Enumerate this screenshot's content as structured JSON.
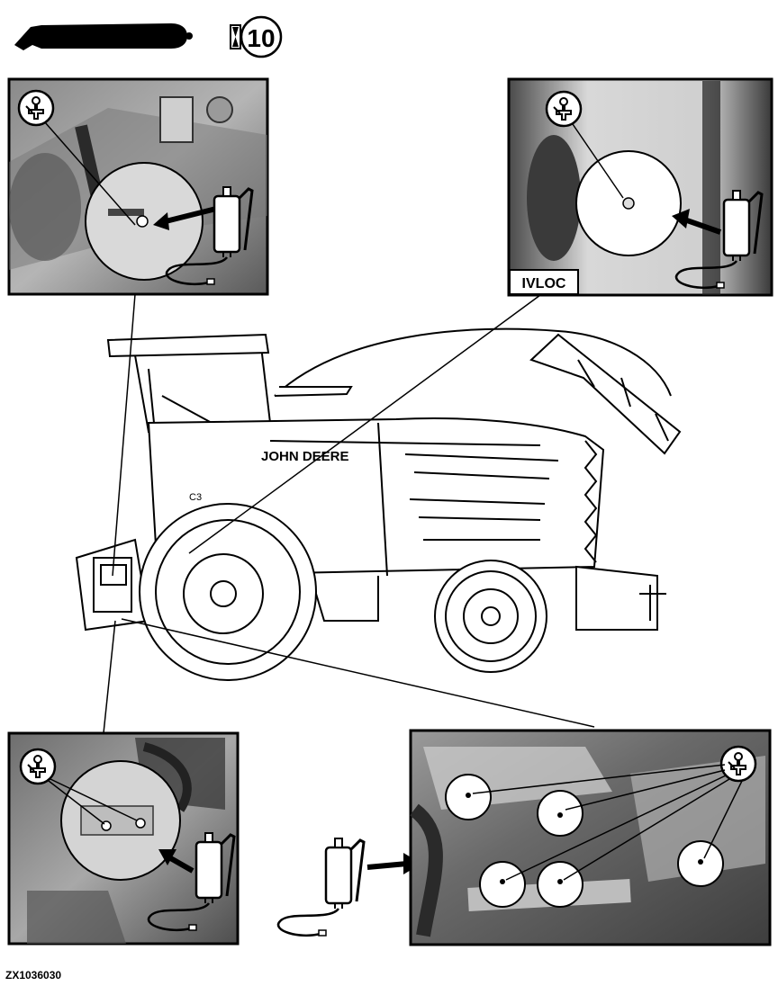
{
  "header": {
    "interval_hours": "10",
    "grease_gun_icon": "grease-gun-icon",
    "interval_icon": "hourglass-icon"
  },
  "panels": {
    "top_right": {
      "label": "IVLOC"
    }
  },
  "machine": {
    "brand_text": "JOHN DEERE",
    "cab_label": "C3"
  },
  "footer": {
    "figure_code": "ZX1036030"
  },
  "icons": [
    "grease-fitting-icon",
    "grease-gun-icon",
    "hourglass-icon",
    "arrow-icon"
  ],
  "colors": {
    "ink": "#000000",
    "paper": "#ffffff"
  }
}
